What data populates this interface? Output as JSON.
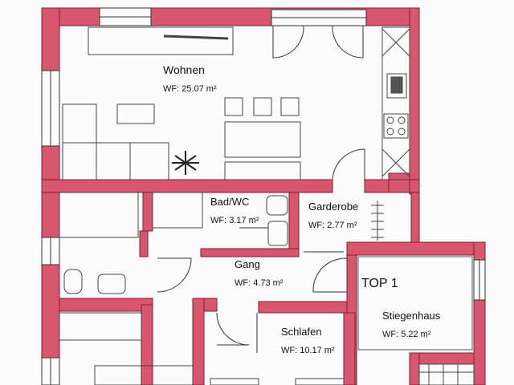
{
  "colors": {
    "wall": "#d8566e",
    "wall_stroke": "#7a1f33",
    "line": "#333333",
    "paper": "#fbfbfb"
  },
  "unit_label": "TOP 1",
  "rooms": [
    {
      "id": "wohnen",
      "name": "Wohnen",
      "area": "WF: 25.07 m²"
    },
    {
      "id": "bad",
      "name": "Bad/WC",
      "area": "WF: 3.17 m²"
    },
    {
      "id": "garderobe",
      "name": "Garderobe",
      "area": "WF: 2.77 m²"
    },
    {
      "id": "gang",
      "name": "Gang",
      "area": "WF: 4.73 m²"
    },
    {
      "id": "stiegenhaus",
      "name": "Stiegenhaus",
      "area": "WF: 5.22 m²"
    },
    {
      "id": "schlafen",
      "name": "Schlafen",
      "area": "WF: 10.17 m²"
    }
  ]
}
